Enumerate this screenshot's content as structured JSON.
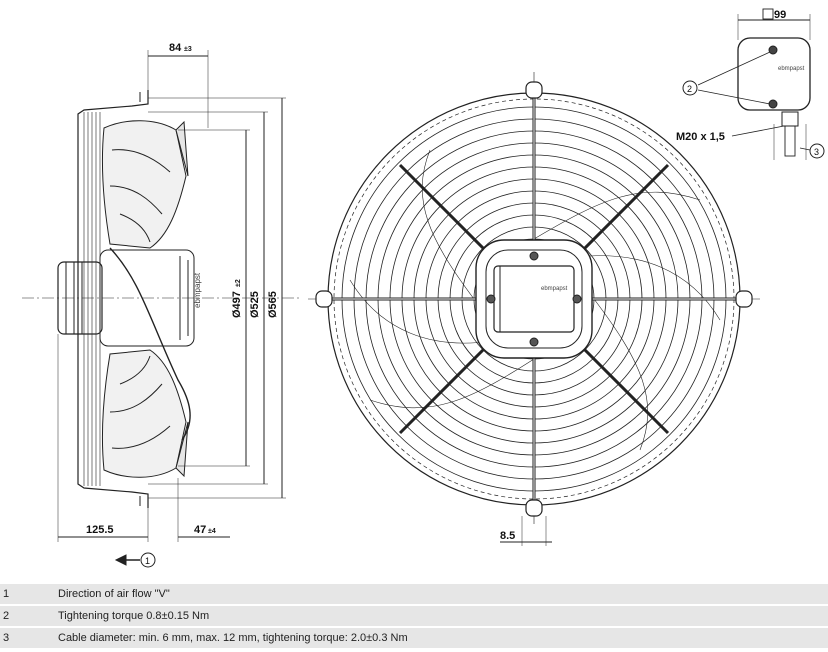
{
  "dimensions": {
    "d84": "84",
    "d84_tol": "±3",
    "d497": "Ø497",
    "d497_tol": "±2",
    "d525": "Ø525",
    "d565": "Ø565",
    "d125": "125.5",
    "d47": "47",
    "d47_tol": "±4",
    "d8_5": "8.5",
    "d99": "99",
    "thread": "M20 x 1,5"
  },
  "callouts": {
    "c1": "1",
    "c2": "2",
    "c3": "3"
  },
  "brand_mark": "ebmpapst",
  "notes": [
    {
      "number": "1",
      "text": "Direction of air flow \"V\""
    },
    {
      "number": "2",
      "text": "Tightening torque 0.8±0.15 Nm"
    },
    {
      "number": "3",
      "text": "Cable diameter: min. 6 mm, max. 12 mm, tightening torque: 2.0±0.3 Nm"
    }
  ]
}
